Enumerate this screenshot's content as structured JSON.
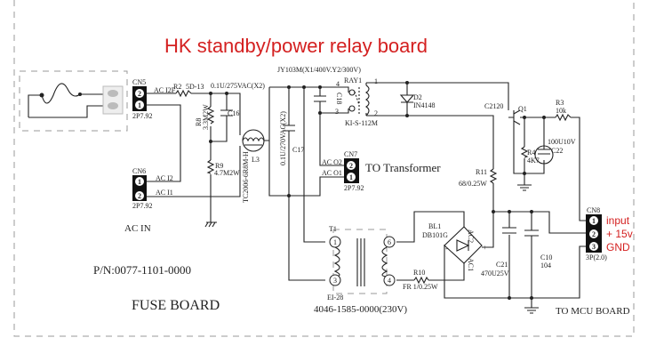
{
  "title": "HK standby/power relay board",
  "labels": {
    "cn5": "CN5",
    "cn6": "CN6",
    "cn7": "CN7",
    "cn8": "CN8",
    "cn5_type": "2P7.92",
    "cn6_type": "2P7.92",
    "cn7_type": "2P7.92",
    "cn8_type": "3P(2.0)",
    "ac_i2f": "AC I2F",
    "ac_i2": "AC I2",
    "ac_i1": "AC I1",
    "ac_o2": "AC O2",
    "ac_o1": "AC O1",
    "r2": "R2",
    "r2_val": "5D-13",
    "c16_val": "0.1U/275VAC(X2)",
    "c16": "C16",
    "r8": "R8",
    "r8_val": "3.3M2W",
    "r9": "R9",
    "r9_val": "4.7M2W",
    "l3": "L3",
    "l3_val": "TC2006-6R8M-H",
    "c17": "C17",
    "c17_val": "0.1U/270VAC(X2)",
    "c18": "C18",
    "c18_val": "JY103M(X1/400V.Y2/300V)",
    "ray1": "RAY1",
    "ray1_val": "KI-S-112M",
    "relay_pin4": "4",
    "relay_pin3": "3",
    "relay_pin1": "1",
    "relay_pin2": "2",
    "d2": "D2",
    "d2_val": "IN4148",
    "q1": "Q1",
    "q1_val": "C2120",
    "r3": "R3",
    "r3_val": "10k",
    "r4": "R4",
    "r4_val": "4K7",
    "c22": "C22",
    "c22_val": "100U10V",
    "r11": "R11",
    "r11_val": "68/0.25W",
    "t1": "T1",
    "t1_core": "EI-28",
    "t1_part": "4046-1585-0000(230V)",
    "t1_pins": [
      "1",
      "3",
      "6",
      "4"
    ],
    "bl1": "BL1",
    "bl1_val": "DB101G",
    "ac1": "AC1",
    "ac2": "AC2",
    "minus": "-",
    "plus": "+",
    "r10": "R10",
    "r10_val": "FR 1/0.25W",
    "c21": "C21",
    "c21_val": "470U25V",
    "c10": "C10",
    "c10_val": "104",
    "to_transformer": "TO Transformer",
    "ac_in": "AC IN",
    "part_number": "P/N:0077-1101-0000",
    "fuse_board": "FUSE  BOARD",
    "to_mcu": "TO MCU BOARD"
  },
  "cn8_pins": [
    {
      "n": "1",
      "label": "input"
    },
    {
      "n": "2",
      "label": "+ 15v"
    },
    {
      "n": "3",
      "label": "GND"
    }
  ],
  "two_pin": [
    "2",
    "1"
  ],
  "colors": {
    "accent": "#d42020",
    "wire": "#222222"
  }
}
